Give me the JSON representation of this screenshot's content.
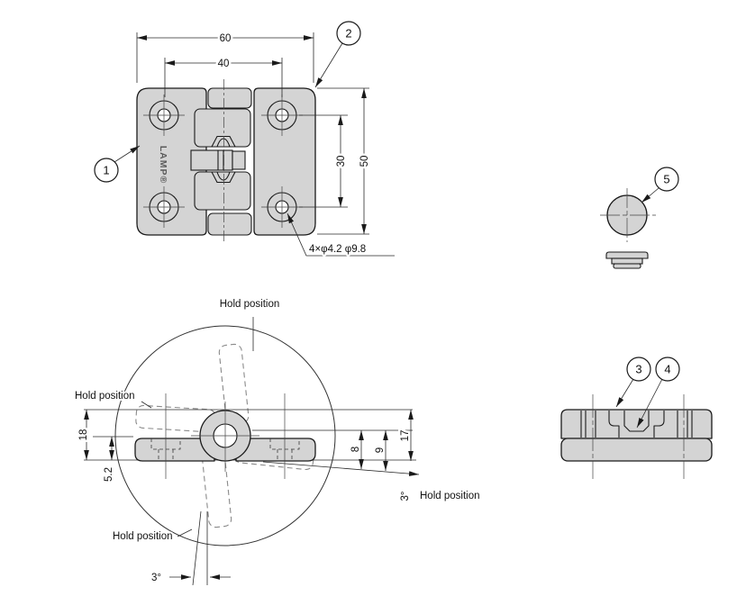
{
  "drawing": {
    "colors": {
      "part_fill": "#d4d4d4",
      "outline": "#1a1a1a",
      "dimension_line": "#2a2a2a",
      "hold_dash": "#8a8a8a",
      "background": "#ffffff"
    },
    "top_view": {
      "dim_overall_width": "60",
      "dim_hole_spacing_x": "40",
      "dim_overall_height": "50",
      "dim_hole_spacing_y": "30",
      "hole_note": "4×φ4.2 φ9.8",
      "logo": "LAMP®"
    },
    "swing_view": {
      "dim_18": "18",
      "dim_5_2": "5.2",
      "dim_8": "8",
      "dim_9": "9",
      "dim_17": "17",
      "angle_bottom": "3°",
      "angle_right": "3°",
      "hold_top": "Hold position",
      "hold_left": "Hold position",
      "hold_bottom": "Hold position",
      "hold_right": "Hold position"
    },
    "callouts": {
      "c1": "1",
      "c2": "2",
      "c3": "3",
      "c4": "4",
      "c5": "5"
    }
  }
}
